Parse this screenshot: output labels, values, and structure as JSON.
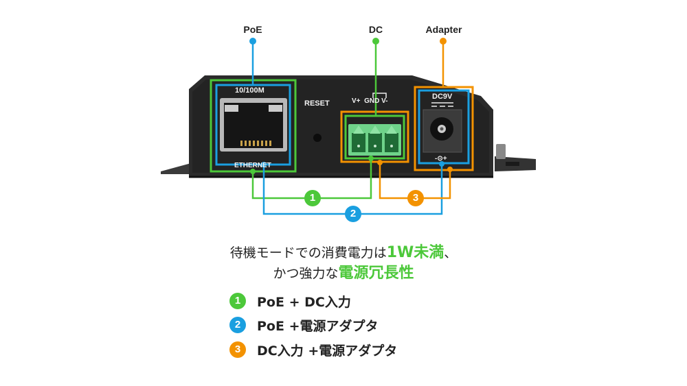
{
  "labels": {
    "poe": "PoE",
    "dc": "DC",
    "adapter": "Adapter"
  },
  "device": {
    "port_speed": "10/100M",
    "port_name": "ETHERNET",
    "reset": "RESET",
    "terminal_pins": "V+  GND V-",
    "dc_jack_rating": "DC9V",
    "polarity": "-⊙+"
  },
  "headline": {
    "line1_prefix": "待機モードでの消費電力は",
    "line1_highlight": "1W未満",
    "line1_suffix": "、",
    "line2_prefix": "かつ強力な",
    "line2_highlight": "電源冗長性"
  },
  "combinations": [
    {
      "num": "1",
      "label": "PoE + DC入力",
      "color": "#4cc83a"
    },
    {
      "num": "2",
      "label": "PoE +電源アダプタ",
      "color": "#1a9fe0"
    },
    {
      "num": "3",
      "label": "DC入力 +電源アダプタ",
      "color": "#f39200"
    }
  ],
  "colors": {
    "green": "#4cc83a",
    "blue": "#1a9fe0",
    "orange": "#f39200",
    "device_body": "#2a2a2a"
  }
}
